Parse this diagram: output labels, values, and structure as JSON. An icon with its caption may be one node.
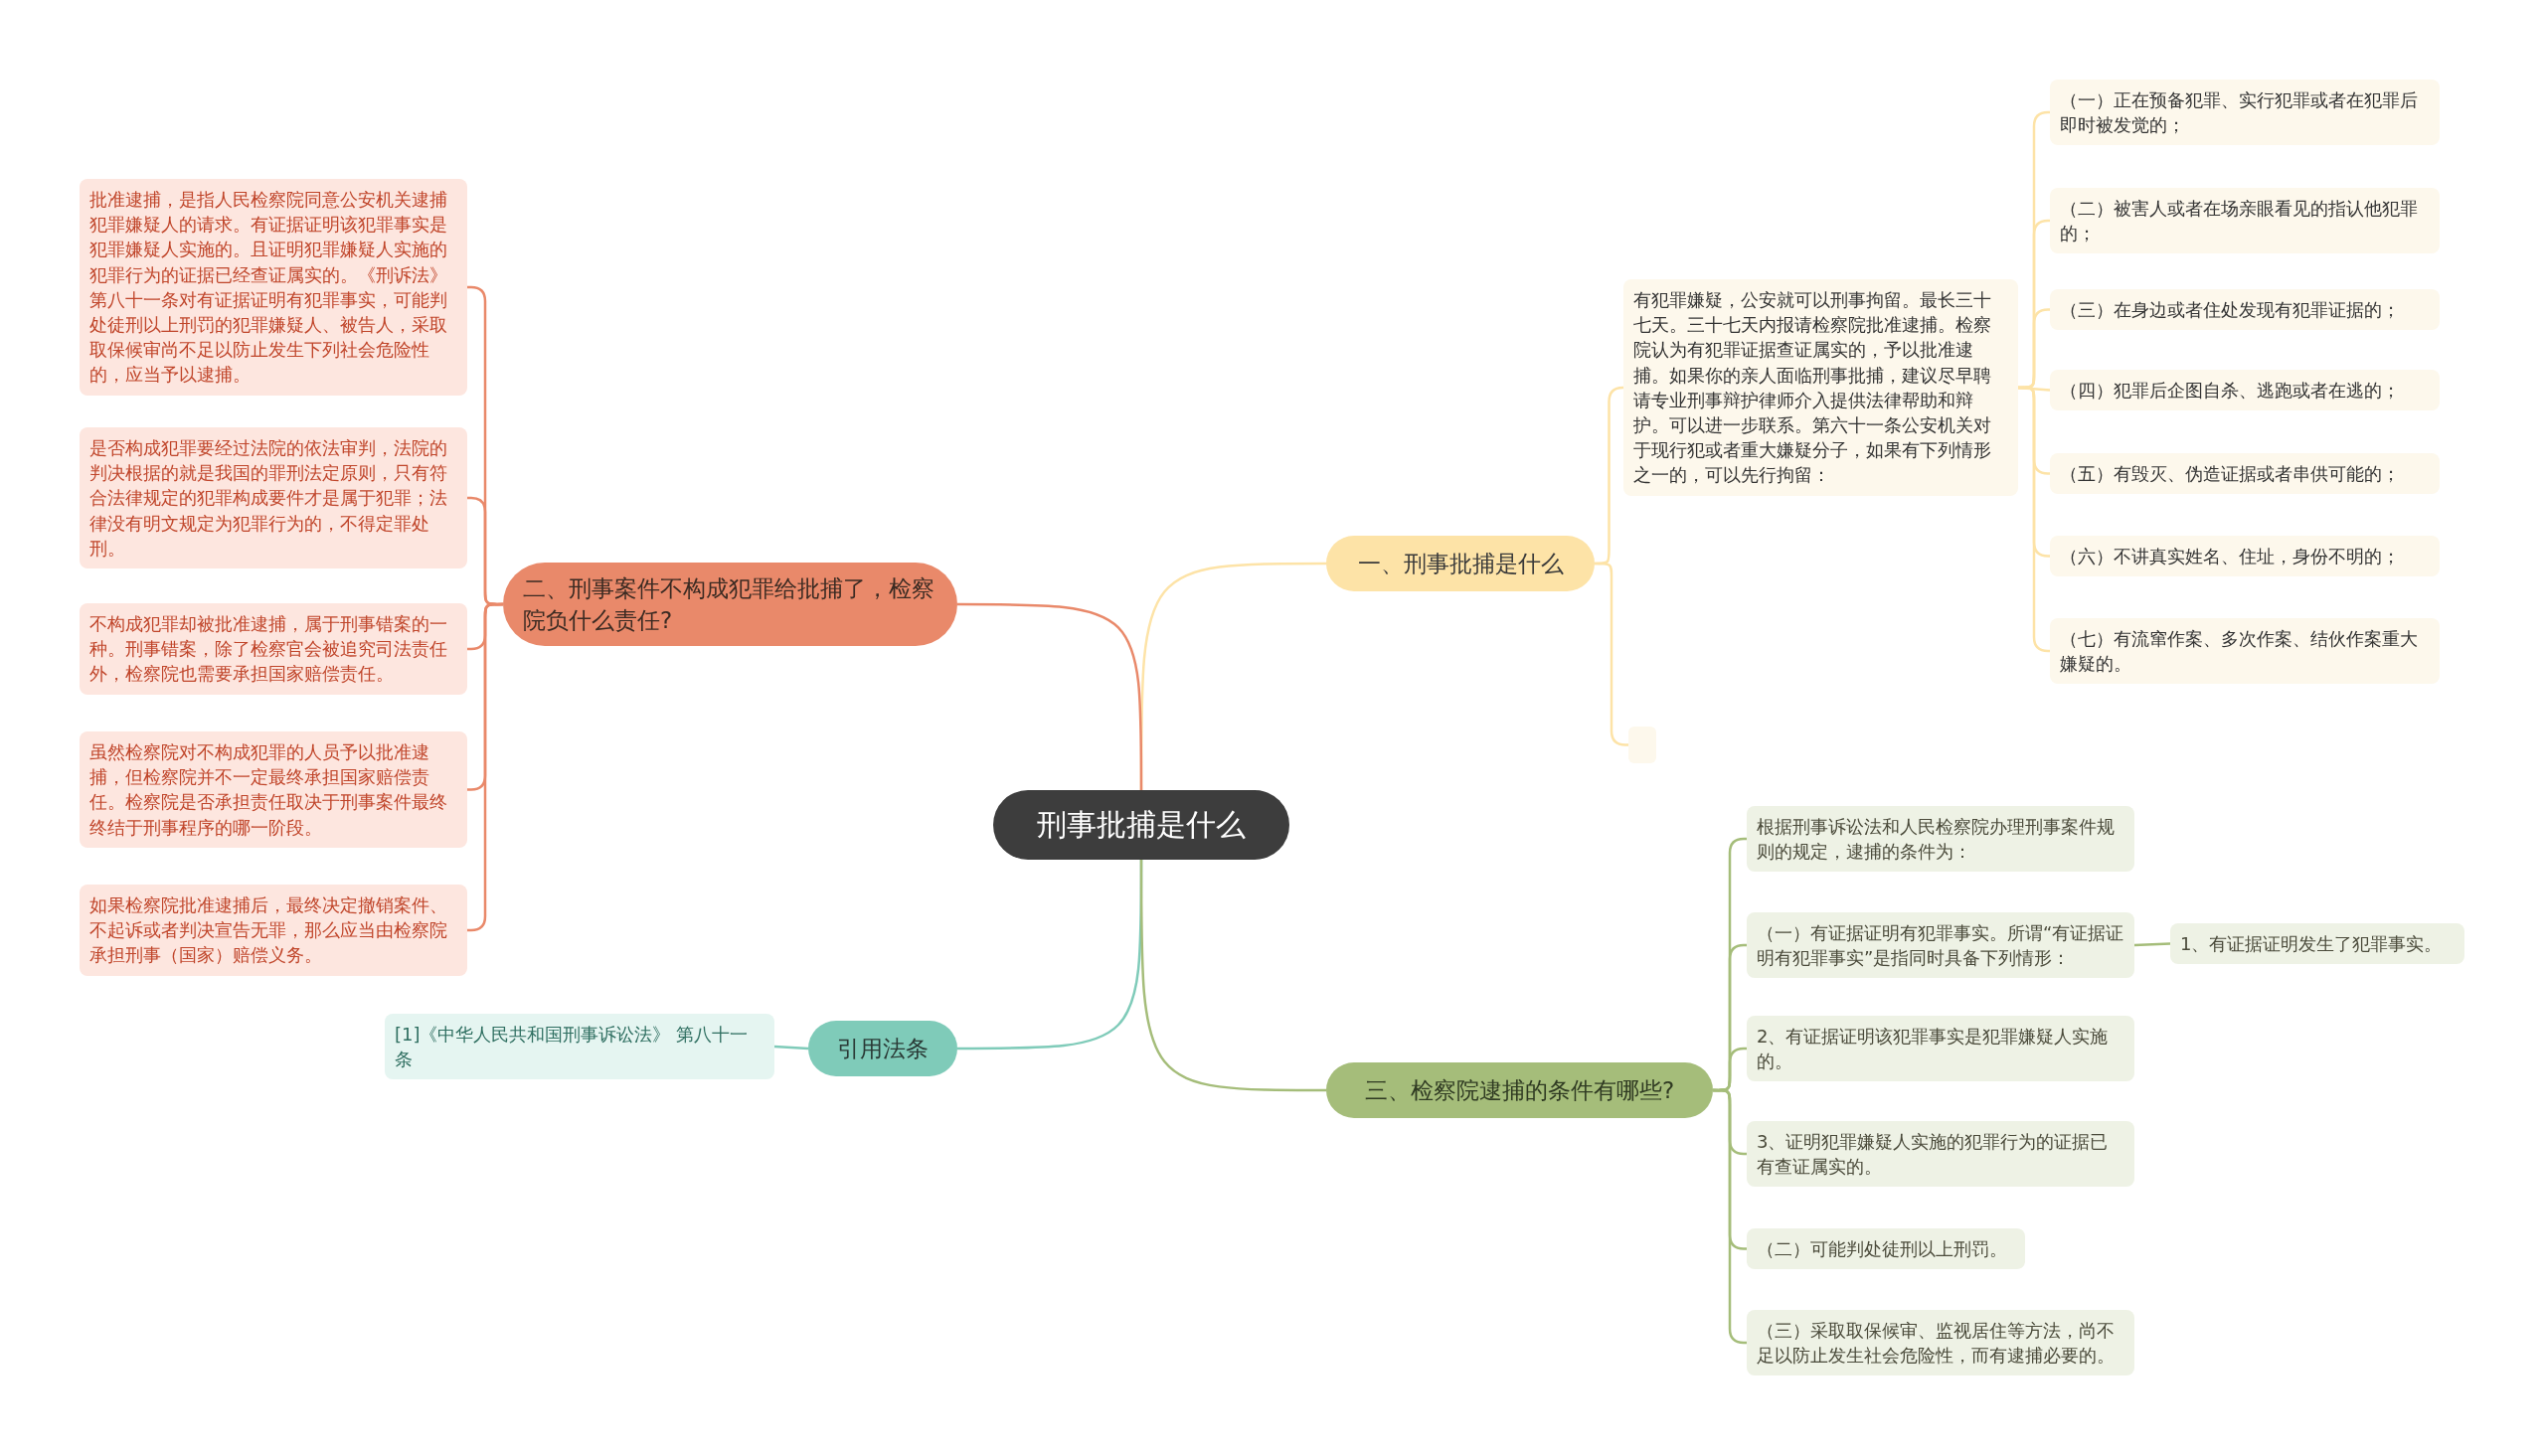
{
  "diagram": {
    "nodes": [
      {
        "text": [
          "刑事批捕是什么"
        ]
      },
      {
        "text": [
          "一、刑事批捕是什么"
        ]
      },
      {
        "text": [
          "有犯罪嫌疑，公安就可以刑事拘留。最长三十七天。三十七天内报请检察院批准逮捕。检察院认为有犯罪证据查证属实的，予以批准逮捕。如果你的亲人面临刑事批捕，建议尽早聘请专业刑事辩护律师介入提供法律帮助和辩护。可以进一步联系。第六十一条公安机关对于现行犯或者重大嫌疑分子，如果有下列情形之一的，可以先行拘留："
        ]
      },
      {
        "text": [
          "（一）正在预备犯罪、实行犯罪或者在犯罪后即时被发觉的；"
        ]
      },
      {
        "text": [
          "（二）被害人或者在场亲眼看见的指认他犯罪的；"
        ]
      },
      {
        "text": [
          "（三）在身边或者住处发现有犯罪证据的；"
        ]
      },
      {
        "text": [
          "（四）犯罪后企图自杀、逃跑或者在逃的；"
        ]
      },
      {
        "text": [
          "（五）有毁灭、伪造证据或者串供可能的；"
        ]
      },
      {
        "text": [
          "（六）不讲真实姓名、住址，身份不明的；"
        ]
      },
      {
        "text": [
          "（七）有流窜作案、多次作案、结伙作案重大嫌疑的。"
        ]
      },
      {
        "text": [],
        "shape": "box"
      },
      {
        "text": [
          "二、刑事案件不构成犯罪给批捕了，检察院负什么责任?"
        ]
      },
      {
        "text": [
          "批准逮捕，是指人民检察院同意公安机关逮捕犯罪嫌疑人的请求。有证据证明该犯罪事实是犯罪嫌疑人实施的。且证明犯罪嫌疑人实施的犯罪行为的证据已经查证属实的。《刑诉法》第八十一条对有证据证明有犯罪事实，可能判处徒刑以上刑罚的犯罪嫌疑人、被告人，采取取保候审尚不足以防止发生下列社会危险性的，应当予以逮捕。"
        ]
      },
      {
        "text": [
          "是否构成犯罪要经过法院的依法审判，法院的判决根据的就是我国的罪刑法定原则，只有符合法律规定的犯罪构成要件才是属于犯罪；法律没有明文规定为犯罪行为的，不得定罪处刑。"
        ]
      },
      {
        "text": [
          "不构成犯罪却被批准逮捕，属于刑事错案的一种。刑事错案，除了检察官会被追究司法责任外，检察院也需要承担国家赔偿责任。"
        ]
      },
      {
        "text": [
          "虽然检察院对不构成犯罪的人员予以批准逮捕，但检察院并不一定最终承担国家赔偿责任。检察院是否承担责任取决于刑事案件最终终结于刑事程序的哪一阶段。"
        ]
      },
      {
        "text": [
          "如果检察院批准逮捕后，最终决定撤销案件、不起诉或者判决宣告无罪，那么应当由检察院承担刑事（国家）赔偿义务。"
        ]
      },
      {
        "text": [
          "引用法条"
        ]
      },
      {
        "text": [
          "[1]《中华人民共和国刑事诉讼法》 第八十一条"
        ]
      },
      {
        "text": [
          "三、检察院逮捕的条件有哪些?"
        ]
      },
      {
        "text": [
          "根据刑事诉讼法和人民检察院办理刑事案件规则的规定，逮捕的条件为："
        ]
      },
      {
        "text": [
          "（一）有证据证明有犯罪事实。所谓“有证据证明有犯罪事实”是指同时具备下列情形："
        ]
      },
      {
        "text": [
          "2、有证据证明该犯罪事实是犯罪嫌疑人实施的。"
        ]
      },
      {
        "text": [
          "3、证明犯罪嫌疑人实施的犯罪行为的证据已有查证属实的。"
        ]
      },
      {
        "text": [
          "（二）可能判处徒刑以上刑罚。"
        ]
      },
      {
        "text": [
          "（三）采取取保候审、监视居住等方法，尚不足以防止发生社会危险性，而有逮捕必要的。"
        ]
      },
      {
        "text": [
          "1、有证据证明发生了犯罪事实。"
        ]
      }
    ],
    "edges": [
      {
        "from": 0,
        "to": 1,
        "arrow": "none",
        "color": "#fde3a7"
      },
      {
        "from": 0,
        "to": 11,
        "arrow": "none",
        "color": "#e9896a"
      },
      {
        "from": 0,
        "to": 17,
        "arrow": "none",
        "color": "#7fcbb9"
      },
      {
        "from": 0,
        "to": 19,
        "arrow": "none",
        "color": "#a5bd7a"
      },
      {
        "from": 1,
        "to": 2,
        "arrow": "none",
        "color": "#fde3a7"
      },
      {
        "from": 1,
        "to": 10,
        "arrow": "none",
        "color": "#fde3a7"
      },
      {
        "from": 2,
        "to": 3,
        "arrow": "none",
        "color": "#fde3a7"
      },
      {
        "from": 2,
        "to": 4,
        "arrow": "none",
        "color": "#fde3a7"
      },
      {
        "from": 2,
        "to": 5,
        "arrow": "none",
        "color": "#fde3a7"
      },
      {
        "from": 2,
        "to": 6,
        "arrow": "none",
        "color": "#fde3a7"
      },
      {
        "from": 2,
        "to": 7,
        "arrow": "none",
        "color": "#fde3a7"
      },
      {
        "from": 2,
        "to": 8,
        "arrow": "none",
        "color": "#fde3a7"
      },
      {
        "from": 2,
        "to": 9,
        "arrow": "none",
        "color": "#fde3a7"
      },
      {
        "from": 11,
        "to": 12,
        "arrow": "none",
        "color": "#e9896a"
      },
      {
        "from": 11,
        "to": 13,
        "arrow": "none",
        "color": "#e9896a"
      },
      {
        "from": 11,
        "to": 14,
        "arrow": "none",
        "color": "#e9896a"
      },
      {
        "from": 11,
        "to": 15,
        "arrow": "none",
        "color": "#e9896a"
      },
      {
        "from": 11,
        "to": 16,
        "arrow": "none",
        "color": "#e9896a"
      },
      {
        "from": 17,
        "to": 18,
        "arrow": "none",
        "color": "#7fcbb9"
      },
      {
        "from": 19,
        "to": 20,
        "arrow": "none",
        "color": "#a5bd7a"
      },
      {
        "from": 19,
        "to": 21,
        "arrow": "none",
        "color": "#a5bd7a"
      },
      {
        "from": 19,
        "to": 22,
        "arrow": "none",
        "color": "#a5bd7a"
      },
      {
        "from": 19,
        "to": 23,
        "arrow": "none",
        "color": "#a5bd7a"
      },
      {
        "from": 19,
        "to": 24,
        "arrow": "none",
        "color": "#a5bd7a"
      },
      {
        "from": 19,
        "to": 25,
        "arrow": "none",
        "color": "#a5bd7a"
      },
      {
        "from": 21,
        "to": 26,
        "arrow": "none",
        "color": "#a5bd7a"
      }
    ]
  }
}
